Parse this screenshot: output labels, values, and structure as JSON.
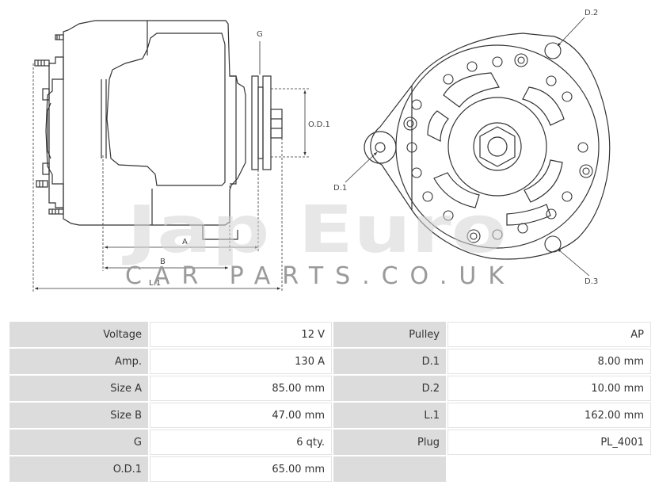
{
  "drawing": {
    "labels": {
      "g": "G",
      "od1": "O.D.1",
      "a": "A",
      "b": "B",
      "l1": "L.1",
      "d1": "D.1",
      "d2": "D.2",
      "d3": "D.3"
    },
    "watermark": {
      "logo": "Jap Euro",
      "sub": "CAR PARTS.CO.UK"
    }
  },
  "specs": {
    "rows": [
      {
        "label1": "Voltage",
        "value1": "12 V",
        "label2": "Pulley",
        "value2": "AP"
      },
      {
        "label1": "Amp.",
        "value1": "130 A",
        "label2": "D.1",
        "value2": "8.00 mm"
      },
      {
        "label1": "Size A",
        "value1": "85.00 mm",
        "label2": "D.2",
        "value2": "10.00 mm"
      },
      {
        "label1": "Size B",
        "value1": "47.00 mm",
        "label2": "L.1",
        "value2": "162.00 mm"
      },
      {
        "label1": "G",
        "value1": "6 qty.",
        "label2": "Plug",
        "value2": "PL_4001"
      },
      {
        "label1": "O.D.1",
        "value1": "65.00 mm",
        "label2": "",
        "value2": ""
      }
    ]
  }
}
